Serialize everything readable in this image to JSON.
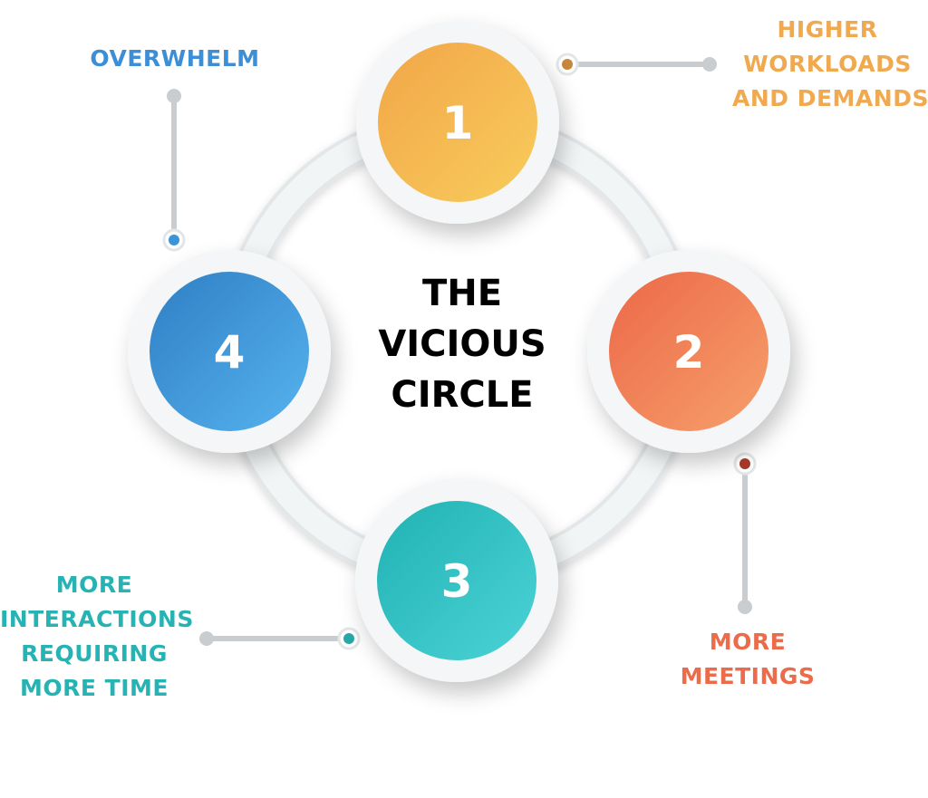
{
  "title_lines": [
    "THE",
    "VICIOUS",
    "CIRCLE"
  ],
  "steps": [
    {
      "number": "1",
      "label_lines": [
        "HIGHER",
        "WORKLOADS",
        "AND DEMANDS"
      ],
      "color": "#f0a94e",
      "gradient": [
        "#f2a648",
        "#f8cc5c"
      ],
      "dot": "#c8853c"
    },
    {
      "number": "2",
      "label_lines": [
        "MORE",
        "MEETINGS"
      ],
      "color": "#eb6b4b",
      "gradient": [
        "#ec6848",
        "#f6a06b"
      ],
      "dot": "#a83a28"
    },
    {
      "number": "3",
      "label_lines": [
        "MORE",
        "INTERACTIONS",
        "REQUIRING",
        "MORE TIME"
      ],
      "color": "#27b3b3",
      "gradient": [
        "#21b2b3",
        "#4cd3d6"
      ],
      "dot": "#27a7a7"
    },
    {
      "number": "4",
      "label_lines": [
        "OVERWHELM"
      ],
      "color": "#3c8fd6",
      "gradient": [
        "#2f7fc4",
        "#57b3ef"
      ],
      "dot": "#3b93d8"
    }
  ],
  "ring_color": "#f2f5f6",
  "connector_color": "#c9cdcf"
}
